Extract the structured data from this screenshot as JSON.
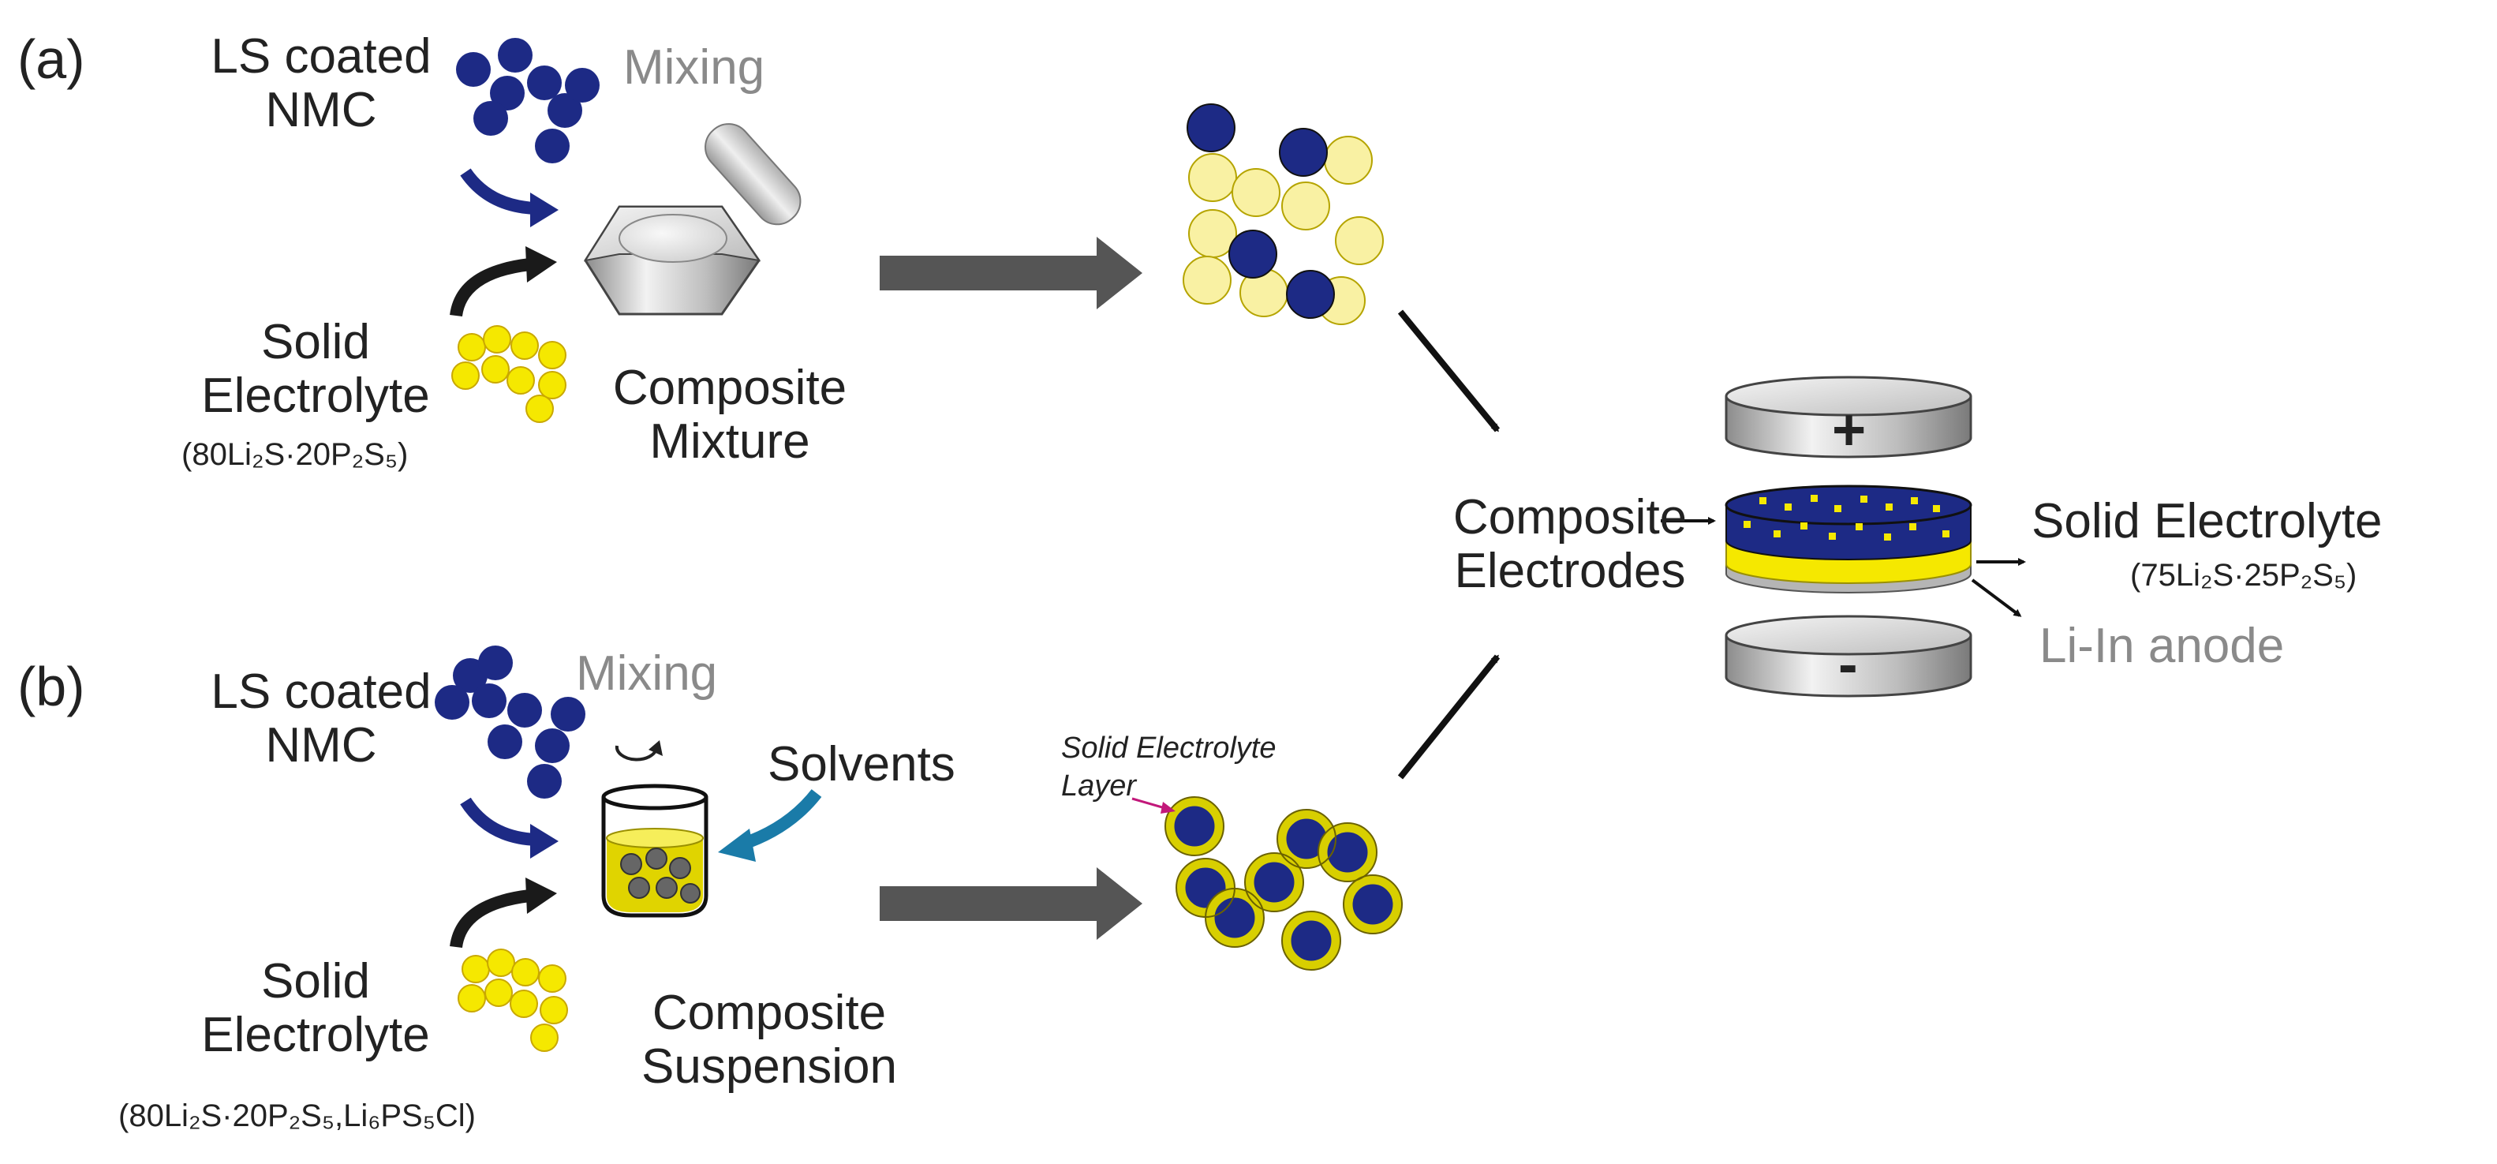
{
  "panel_a": {
    "label": "(a)",
    "cathode_label": [
      "LS coated",
      "NMC"
    ],
    "mixing_label": "Mixing",
    "electrolyte_label": [
      "Solid",
      "Electrolyte"
    ],
    "electrolyte_formula": "(80Li₂S·20P₂S₅)",
    "result_label": [
      "Composite",
      "Mixture"
    ]
  },
  "panel_b": {
    "label": "(b)",
    "cathode_label": [
      "LS coated",
      "NMC"
    ],
    "mixing_label": "Mixing",
    "solvents_label": "Solvents",
    "electrolyte_label": [
      "Solid",
      "Electrolyte"
    ],
    "electrolyte_formula": "(80Li₂S·20P₂S₅,Li₆PS₅Cl)",
    "result_label": [
      "Composite",
      "Suspension"
    ],
    "layer_label": [
      "Solid Electrolyte",
      "Layer"
    ]
  },
  "cell": {
    "electrodes_label": [
      "Composite",
      "Electrodes"
    ],
    "plus_sign": "+",
    "minus_sign": "-",
    "electrolyte_label": "Solid Electrolyte",
    "electrolyte_formula": "(75Li₂S·25P₂S₅)",
    "anode_label": "Li-In anode"
  },
  "colors": {
    "nmc_blue": "#1d2a85",
    "electrolyte_yellow": "#f5e800",
    "pale_yellow": "#f9f1a3",
    "teal_arrow": "#1a7ba8",
    "magenta_pointer": "#c2187a",
    "gray_arrow": "#555555"
  }
}
